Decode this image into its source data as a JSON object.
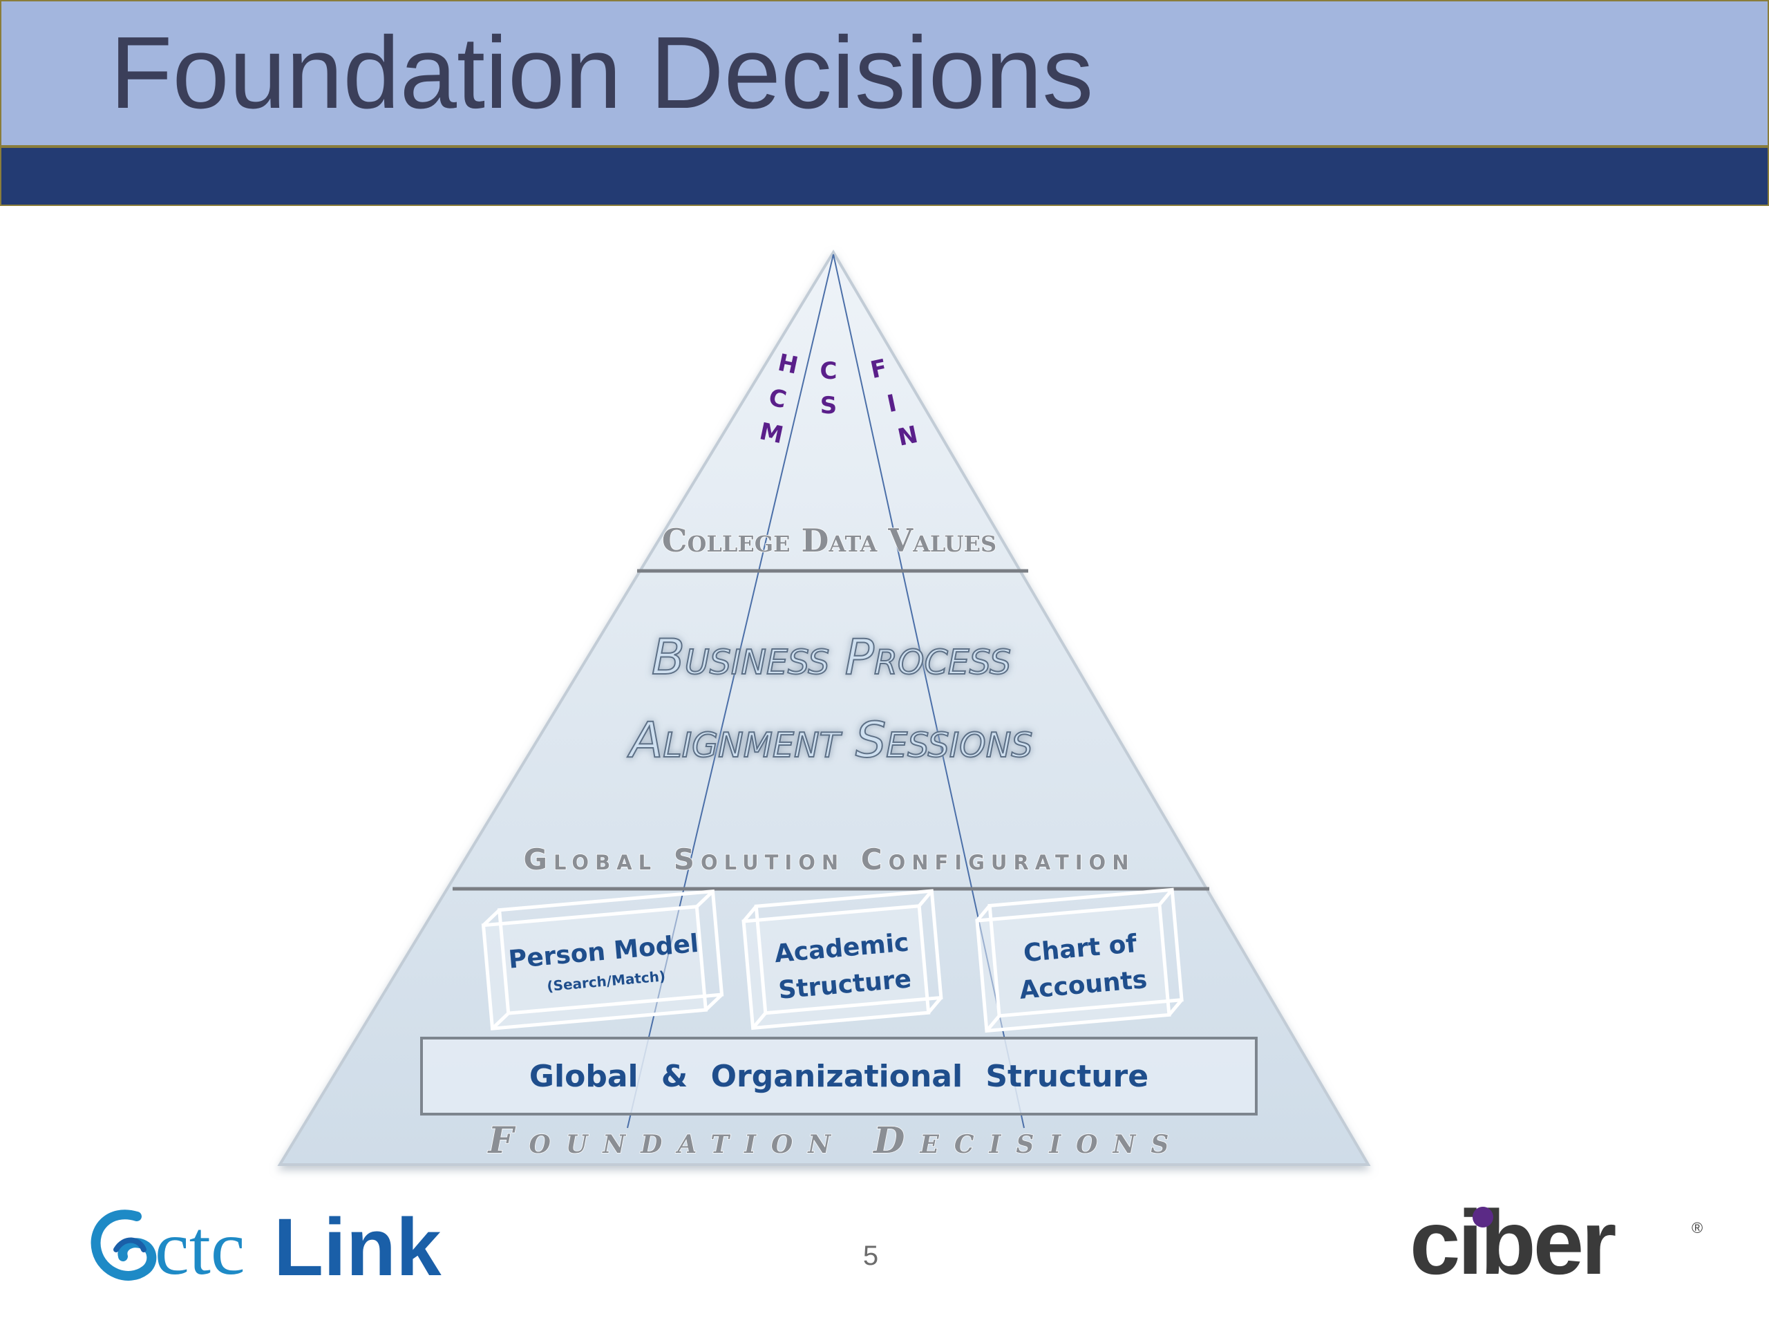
{
  "slide": {
    "title": "Foundation Decisions",
    "page_number": "5"
  },
  "pyramid": {
    "apex_modules": [
      "HCM",
      "CS",
      "FIN"
    ],
    "tier_top_label": "College Data Values",
    "middle_line1": "Business Process",
    "middle_line2": "Alignment Sessions",
    "tier_mid_label": "Global Solution Configuration",
    "boxes": [
      {
        "title": "Person Model",
        "subtitle": "(Search/Match)"
      },
      {
        "title_line1": "Academic",
        "title_line2": "Structure"
      },
      {
        "title_line1": "Chart of",
        "title_line2": "Accounts"
      }
    ],
    "base_bar": "Global & Organizational Structure",
    "base_label": "Foundation Decisions"
  },
  "logos": {
    "left_ctc": "ctc",
    "left_link": "Link",
    "right_word": "ciber",
    "right_reg": "®"
  },
  "colors": {
    "title_band": "#a3b6de",
    "navy_band": "#233b73",
    "pyramid_fill": "#dde7f0",
    "module_letters": "#5a1f8a",
    "box_text": "#1f4e8c"
  }
}
